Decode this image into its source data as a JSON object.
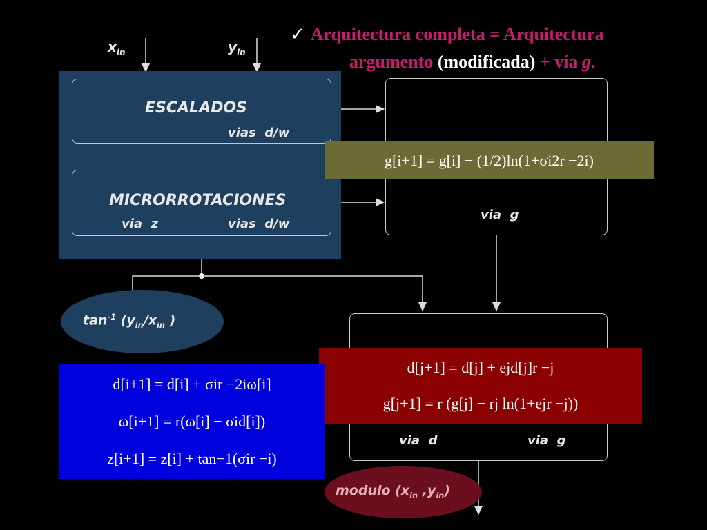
{
  "title": {
    "check": "✓",
    "line1": "Arquitectura completa = Arquitectura",
    "line2_a": "argumento",
    "line2_b": "(modificada)",
    "line2_c": "+ vía",
    "line2_d": "g",
    "line2_e": "."
  },
  "inputs": {
    "x": "x",
    "x_sub": "in",
    "y": "y",
    "y_sub": "in"
  },
  "left_blocks": {
    "escalados": "ESCALADOS",
    "escalados_vias": "vias  d/w",
    "micro": "MICRORROTACIONES",
    "micro_via_z": "via  z",
    "micro_vias": "vias  d/w"
  },
  "right_top": {
    "via_g": "via  g"
  },
  "right_bottom": {
    "via_d": "via  d",
    "via_g": "via  g"
  },
  "ellipse_tan": {
    "pre": "tan",
    "sup": "-1",
    "open": " (y",
    "sub1": "in",
    "mid": "/x",
    "sub2": "in",
    "close": " )"
  },
  "ellipse_mod": {
    "pre": "modulo (x",
    "sub1": "in",
    "mid": " ,y",
    "sub2": "in",
    "close": ")"
  },
  "eq_olive": "g[i+1] = g[i] − (1/2)ln(1+σi2r −2i)",
  "eq_red": [
    "d[j+1] = d[j] + ejd[j]r −j",
    "g[j+1] = r (g[j] − rj ln(1+ejr −j))"
  ],
  "eq_blue": [
    "d[i+1] = d[i] + σir −2iω[i]",
    "ω[i+1] = r(ω[i] − σid[i])",
    "z[i+1] = z[i] + tan−1(σir −i)"
  ],
  "colors": {
    "pink": "#cc1a6e",
    "panel": "#1f3f5f",
    "olive": "#6b6b35",
    "red": "#8b0000",
    "blue": "#0000dd"
  }
}
